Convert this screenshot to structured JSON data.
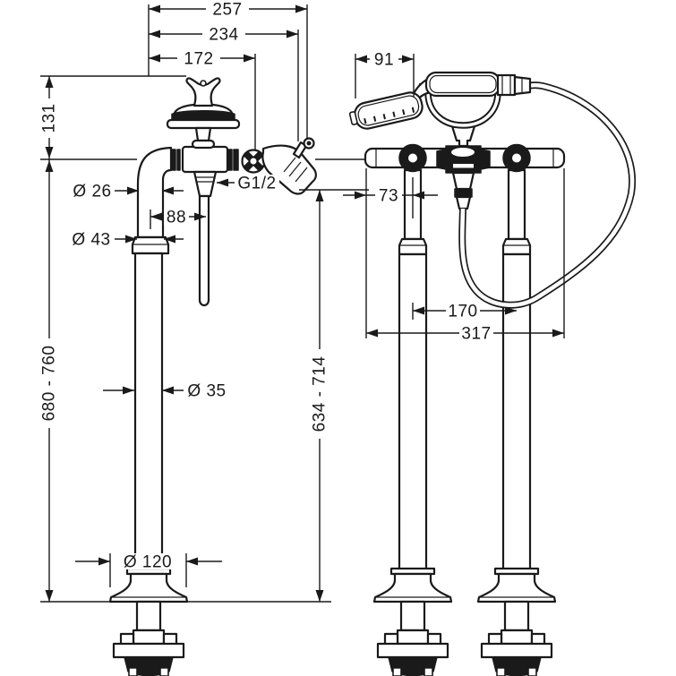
{
  "drawing": {
    "dims": {
      "overall_width": "257",
      "width_to_lever": "234",
      "width_to_spout_joint": "172",
      "handle_height": "131",
      "riser_diameter": "Ø 26",
      "spout_center_offset": "88",
      "collar_diameter": "Ø 43",
      "outlet_thread": "G1/2",
      "overall_height_range": "680 - 760",
      "pipe_diameter": "Ø 35",
      "base_diameter": "Ø 120",
      "handshower_overhang": "91",
      "edge_to_pipe_center": "73",
      "pipe_spacing": "170",
      "overall_depth": "317",
      "spout_height_range": "634 - 714"
    }
  }
}
